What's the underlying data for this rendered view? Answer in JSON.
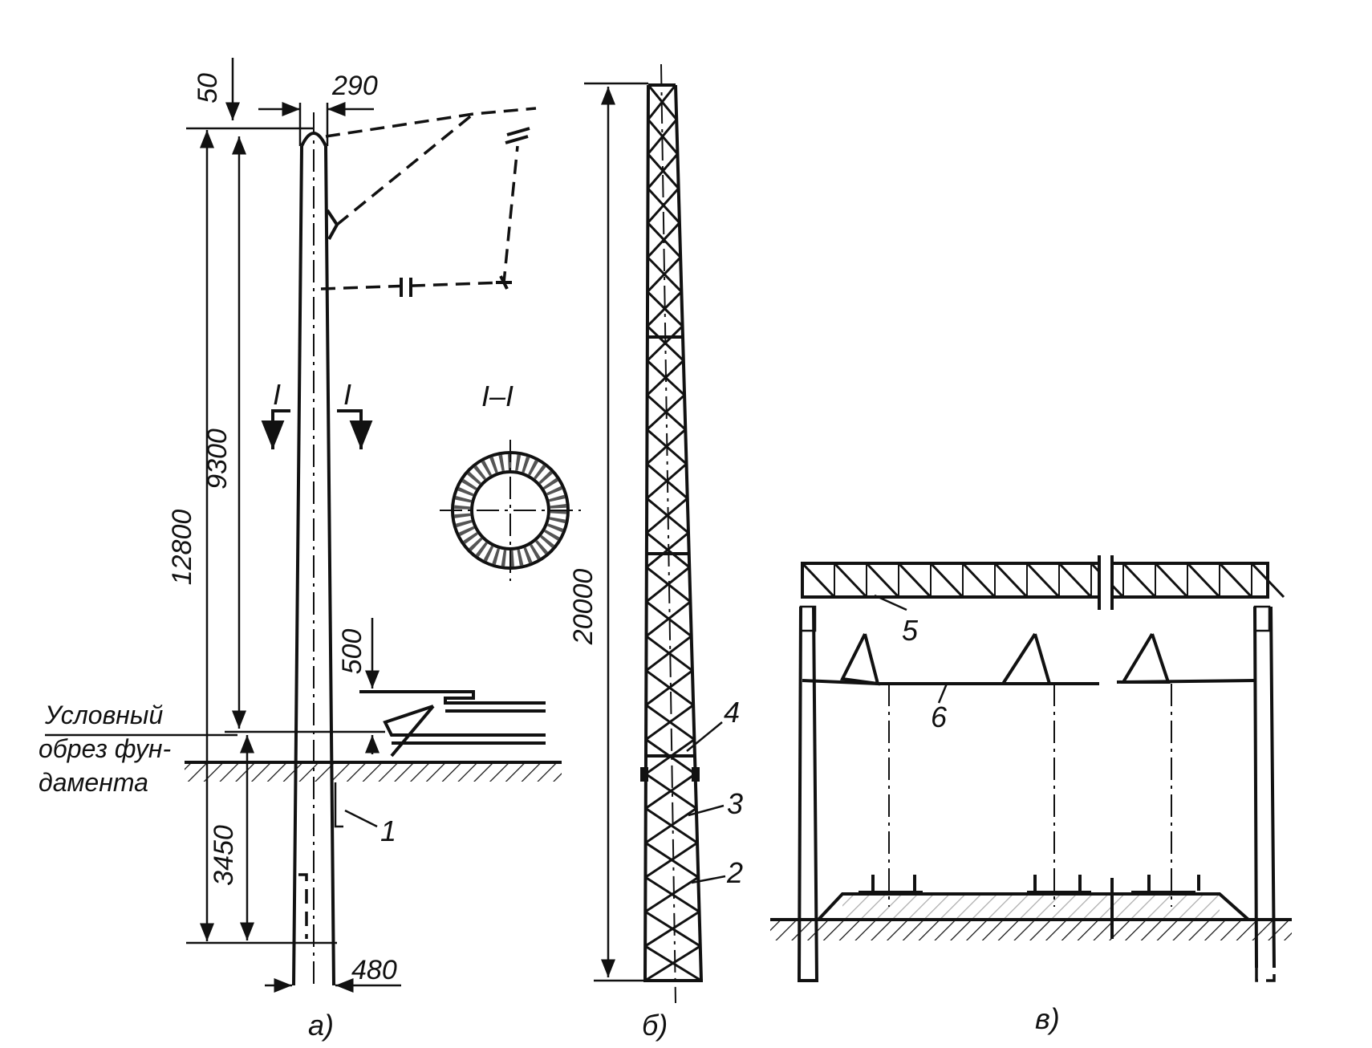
{
  "panel_a": {
    "label": "а)",
    "dim_top_offset": "50",
    "dim_top_width": "290",
    "dim_total_height": "12800",
    "dim_above_foundation": "9300",
    "dim_below_ground": "3450",
    "dim_bottom_width": "480",
    "dim_platform": "500",
    "section_mark_left": "I",
    "section_mark_right": "I",
    "section_title": "I–I",
    "foundation_note_line1": "Условный",
    "foundation_note_line2": "обрез фун-",
    "foundation_note_line3": "дамента",
    "callout_1": "1"
  },
  "panel_b": {
    "label": "б)",
    "dim_height": "20000",
    "callout_2": "2",
    "callout_3": "3",
    "callout_4": "4"
  },
  "panel_c": {
    "label": "в)",
    "callout_5": "5",
    "callout_6": "6"
  }
}
